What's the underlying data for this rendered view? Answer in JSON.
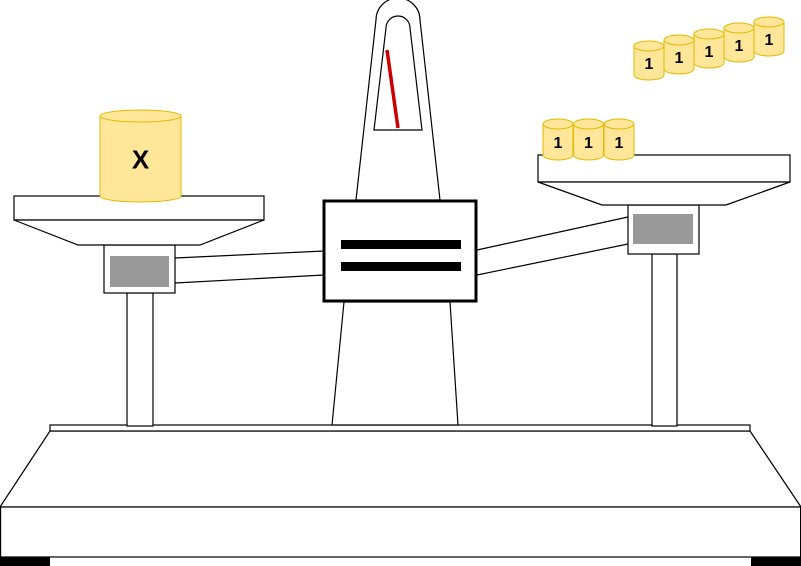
{
  "colors": {
    "outline": "#000000",
    "background": "#ffffff",
    "weight_fill": "#ffe699",
    "weight_stroke": "#e6b800",
    "panel_grey": "#999999",
    "needle": "#cc0000",
    "foot": "#000000"
  },
  "unknown_weight": {
    "label": "X"
  },
  "right_pan_weights": [
    {
      "label": "1"
    },
    {
      "label": "1"
    },
    {
      "label": "1"
    }
  ],
  "spare_weights": [
    {
      "label": "1"
    },
    {
      "label": "1"
    },
    {
      "label": "1"
    },
    {
      "label": "1"
    },
    {
      "label": "1"
    }
  ],
  "display": {
    "symbol": "equals-sign",
    "icon": "equals-icon"
  }
}
